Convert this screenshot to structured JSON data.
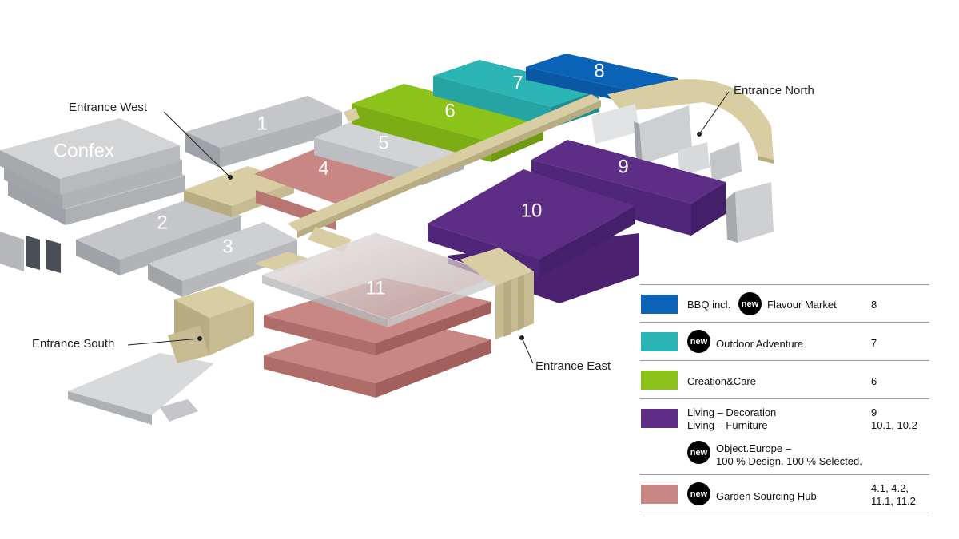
{
  "halls": {
    "confex": "Confex",
    "h1": "1",
    "h2": "2",
    "h3": "3",
    "h4": "4",
    "h5": "5",
    "h6": "6",
    "h7": "7",
    "h8": "8",
    "h9": "9",
    "h10": "10",
    "h11": "11"
  },
  "entrances": {
    "west": "Entrance West",
    "north": "Entrance North",
    "south": "Entrance South",
    "east": "Entrance East"
  },
  "colors": {
    "gray": "#c4c6c9",
    "sand": "#d8cda3",
    "blue": "#0b63b8",
    "teal": "#2bb5b5",
    "green": "#8cc31a",
    "purple": "#5e2d86",
    "rose": "#c98783"
  },
  "legend": {
    "new_badge": "new",
    "rows": [
      {
        "color": "#0b63b8",
        "pre": "BBQ incl.",
        "label": "Flavour Market",
        "halls": "8"
      },
      {
        "color": "#2bb5b5",
        "label": "Outdoor Adventure",
        "halls": "7"
      },
      {
        "color": "#8cc31a",
        "label": "Creation&Care",
        "halls": "6"
      },
      {
        "color": "#5e2d86",
        "label1": "Living – Decoration",
        "label2": "Living – Furniture",
        "halls1": "9",
        "halls2": "10.1, 10.2",
        "sub1": "Object.Europe –",
        "sub2": "100 % Design. 100 % Selected."
      },
      {
        "color": "#c98783",
        "label": "Garden Sourcing Hub",
        "halls1": "4.1, 4.2,",
        "halls2": "11.1, 11.2"
      }
    ]
  }
}
